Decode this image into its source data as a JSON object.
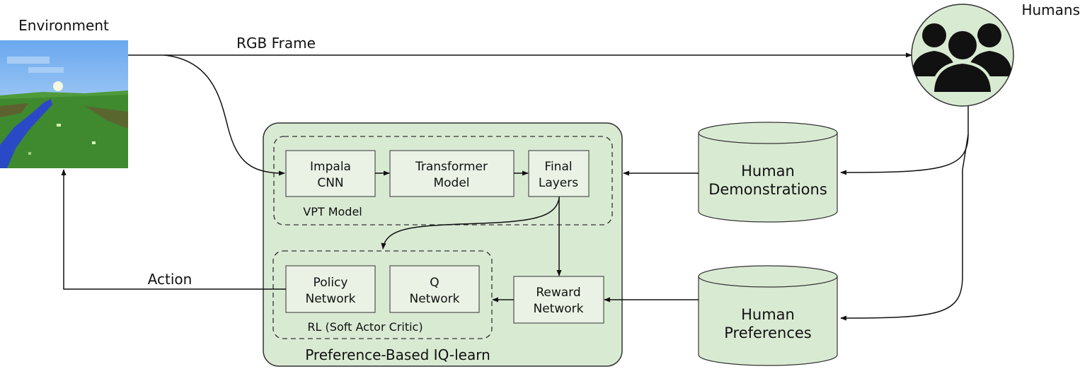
{
  "labels": {
    "environment": "Environment",
    "humans": "Humans",
    "rgb_frame": "RGB Frame",
    "action": "Action",
    "vpt_model": "VPT Model",
    "rl_group": "RL (Soft Actor Critic)",
    "outer_group": "Preference-Based IQ-learn"
  },
  "boxes": {
    "impala": [
      "Impala",
      "CNN"
    ],
    "transformer": [
      "Transformer",
      "Model"
    ],
    "final_layers": [
      "Final",
      "Layers"
    ],
    "policy": [
      "Policy",
      "Network"
    ],
    "q_network": [
      "Q",
      "Network"
    ],
    "reward": [
      "Reward",
      "Network"
    ]
  },
  "datastores": {
    "demonstrations": [
      "Human",
      "Demonstrations"
    ],
    "preferences": [
      "Human",
      "Preferences"
    ]
  },
  "icons": {
    "environment_image": "minecraft-landscape-image",
    "humans": "people-group-icon"
  },
  "colors": {
    "green_fill": "#d9ead3",
    "box_fill": "#e9f2e4",
    "stroke": "#333333",
    "sky": "#8cc3f5",
    "grass": "#3f8a2f",
    "water": "#2a49c6"
  }
}
